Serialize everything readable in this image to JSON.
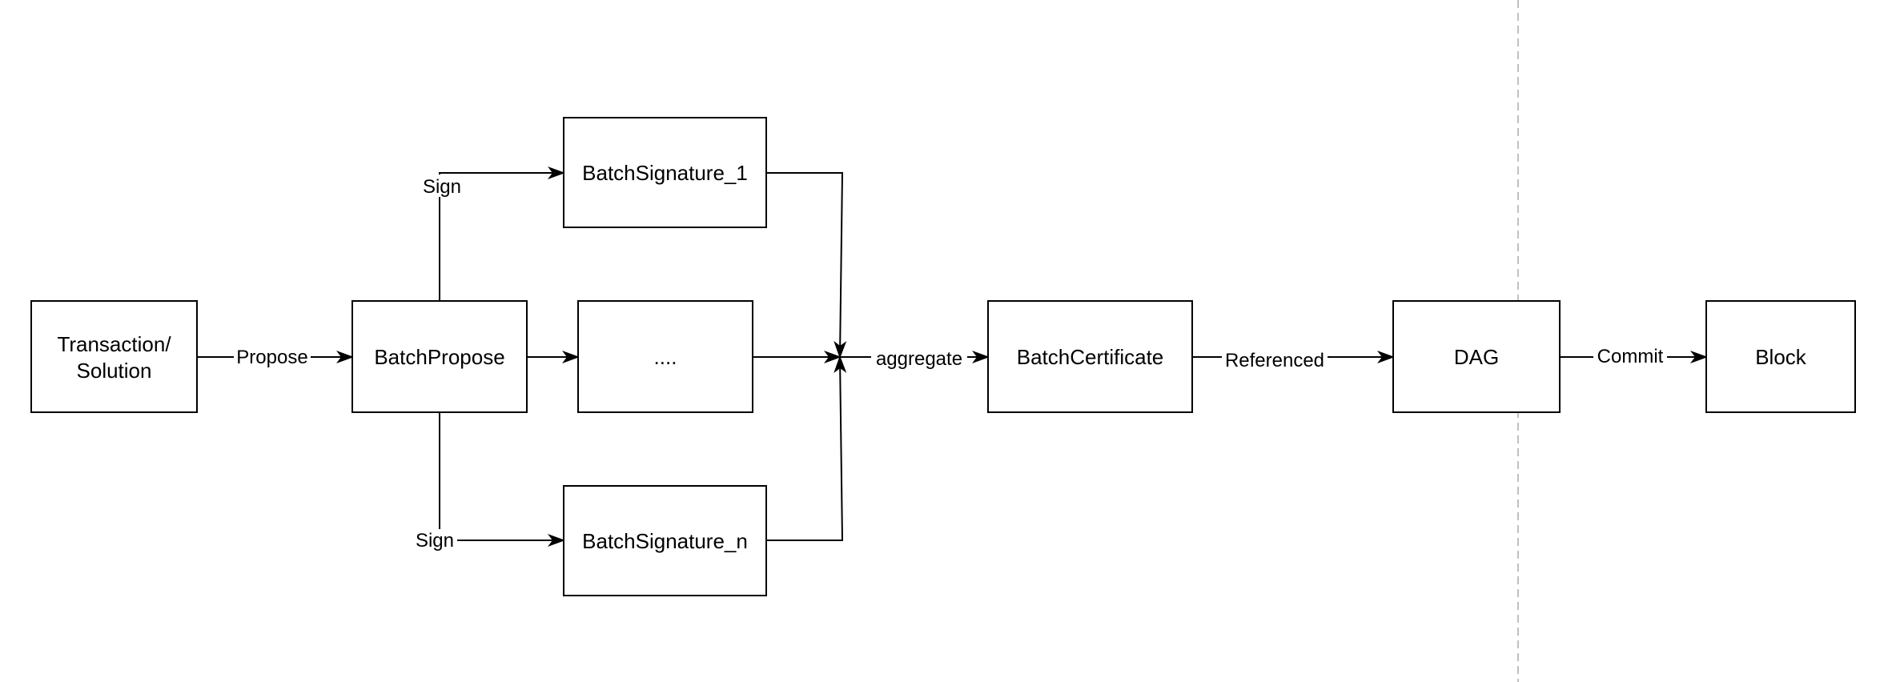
{
  "nodes": {
    "transaction": {
      "label_line1": "Transaction/",
      "label_line2": "Solution"
    },
    "batch_propose": {
      "label": "BatchPropose"
    },
    "batch_signature_1": {
      "label": "BatchSignature_1"
    },
    "ellipsis": {
      "label": "...."
    },
    "batch_signature_n": {
      "label": "BatchSignature_n"
    },
    "batch_certificate": {
      "label": "BatchCertificate"
    },
    "dag": {
      "label": "DAG"
    },
    "block": {
      "label": "Block"
    }
  },
  "edges": {
    "propose": {
      "label": "Propose"
    },
    "sign_top": {
      "label": "Sign"
    },
    "sign_bottom": {
      "label": "Sign"
    },
    "aggregate": {
      "label": "aggregate"
    },
    "referenced": {
      "label": "Referenced"
    },
    "commit": {
      "label": "Commit"
    }
  },
  "colors": {
    "stroke": "#000000",
    "fill": "#ffffff",
    "divider": "#c0c0c0"
  }
}
